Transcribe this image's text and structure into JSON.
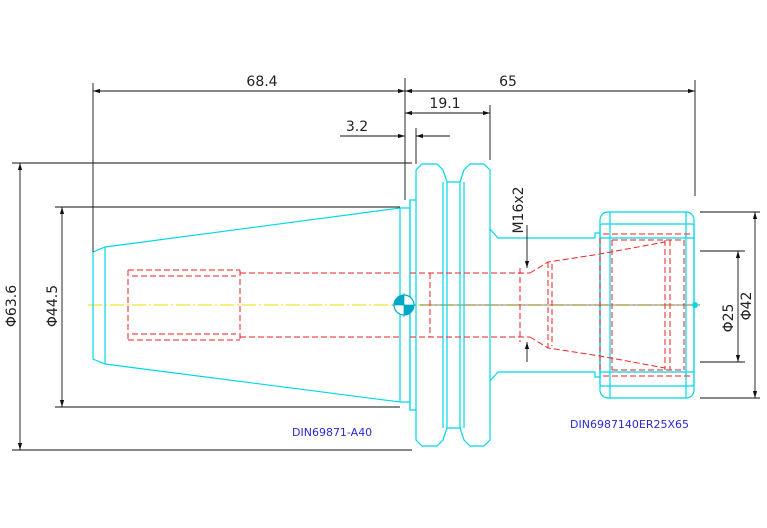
{
  "drawing": {
    "dimensions": {
      "taper_length": "68.4",
      "extension_length": "65",
      "flange_width": "19.1",
      "flange_offset": "3.2",
      "thread": "M16x2",
      "flange_diameter": "Φ63.6",
      "taper_diameter": "Φ44.5",
      "nut_diameter": "Φ42",
      "collet_diameter": "Φ25"
    },
    "labels": {
      "taper_standard": "DIN69871-A40",
      "collet_standard": "DIN6987140ER25X65"
    },
    "colors": {
      "outline": "#00d8e8",
      "hidden": "#ee2222",
      "dimension": "#111111",
      "centerline": "#e8e000",
      "label": "#2a2ad8"
    }
  }
}
